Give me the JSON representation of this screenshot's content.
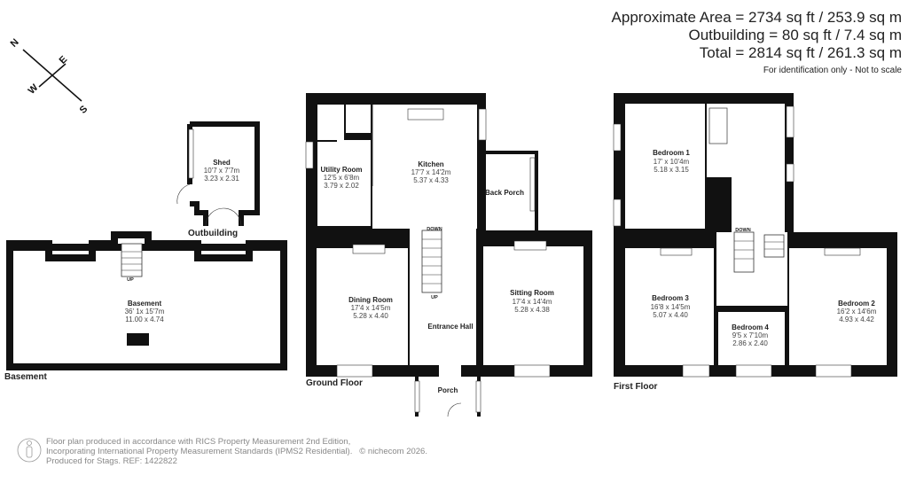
{
  "summary": {
    "approximate_area": "Approximate Area = 2734 sq ft / 253.9 sq m",
    "outbuilding": "Outbuilding = 80 sq ft / 7.4 sq m",
    "total": "Total = 2814 sq ft / 261.3 sq m",
    "disclaimer": "For identification only - Not to scale"
  },
  "compass": {
    "n": "N",
    "e": "E",
    "s": "S",
    "w": "W"
  },
  "floors": {
    "basement": "Basement",
    "ground": "Ground Floor",
    "first": "First Floor",
    "outbuilding": "Outbuilding"
  },
  "rooms": {
    "basement": {
      "name": "Basement",
      "imperial": "36' 1x 15'7m",
      "metric": "11.00 x 4.74"
    },
    "shed": {
      "name": "Shed",
      "imperial": "10'7 x 7'7m",
      "metric": "3.23 x 2.31"
    },
    "utility": {
      "name": "Utility Room",
      "imperial": "12'5 x 6'8m",
      "metric": "3.79 x 2.02"
    },
    "kitchen": {
      "name": "Kitchen",
      "imperial": "17'7 x 14'2m",
      "metric": "5.37 x 4.33"
    },
    "back_porch": {
      "name": "Back Porch"
    },
    "dining": {
      "name": "Dining Room",
      "imperial": "17'4 x 14'5m",
      "metric": "5.28 x 4.40"
    },
    "entrance_hall": {
      "name": "Entrance Hall"
    },
    "sitting": {
      "name": "Sitting Room",
      "imperial": "17'4 x 14'4m",
      "metric": "5.28 x 4.38"
    },
    "porch": {
      "name": "Porch"
    },
    "bedroom1": {
      "name": "Bedroom 1",
      "imperial": "17' x 10'4m",
      "metric": "5.18 x 3.15"
    },
    "bedroom2": {
      "name": "Bedroom 2",
      "imperial": "16'2 x 14'6m",
      "metric": "4.93 x 4.42"
    },
    "bedroom3": {
      "name": "Bedroom 3",
      "imperial": "16'8 x 14'5m",
      "metric": "5.07 x 4.40"
    },
    "bedroom4": {
      "name": "Bedroom 4",
      "imperial": "9'5 x 7'10m",
      "metric": "2.86 x 2.40"
    }
  },
  "stairs": {
    "down": "DOWN",
    "up": "UP"
  },
  "footer": {
    "line1": "Floor plan produced in accordance with RICS Property Measurement 2nd Edition,",
    "line2": "Incorporating International Property Measurement Standards (IPMS2 Residential).",
    "copyright": "© nichecom 2026.",
    "line3": "Produced for Stags.   REF: 1422822"
  }
}
